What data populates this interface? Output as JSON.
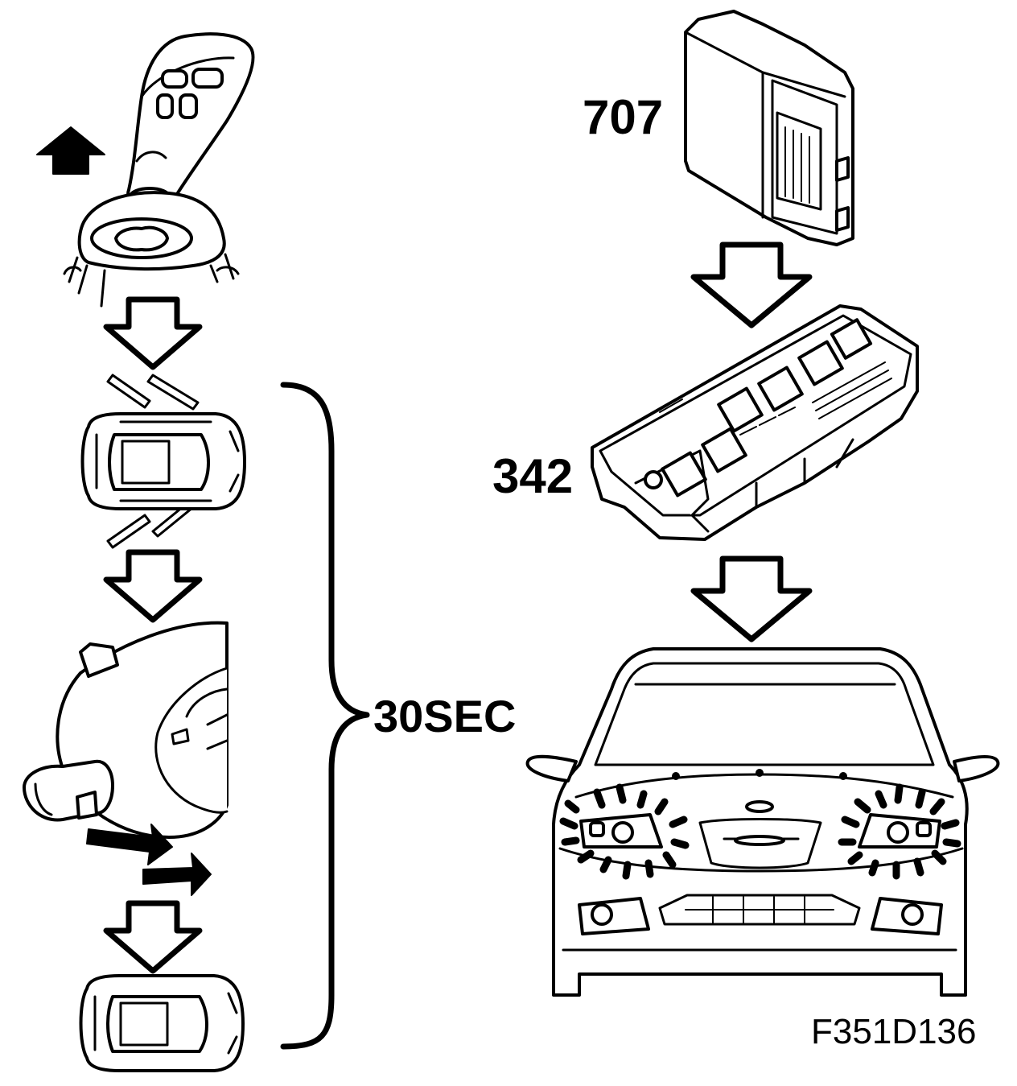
{
  "labels": {
    "module_707": "707",
    "module_342": "342",
    "duration": "30SEC",
    "figure_id": "F351D136"
  },
  "colors": {
    "stroke": "#000000",
    "fill": "#ffffff"
  },
  "icons": [
    "key-fob-icon",
    "up-arrow-icon",
    "down-arrow-icon",
    "car-top-view-icon",
    "signal-rays-icon",
    "steering-column-stalk-icon",
    "control-module-icon",
    "fuse-relay-box-icon",
    "car-front-view-icon",
    "headlamp-flash-icon",
    "curly-brace-icon"
  ]
}
